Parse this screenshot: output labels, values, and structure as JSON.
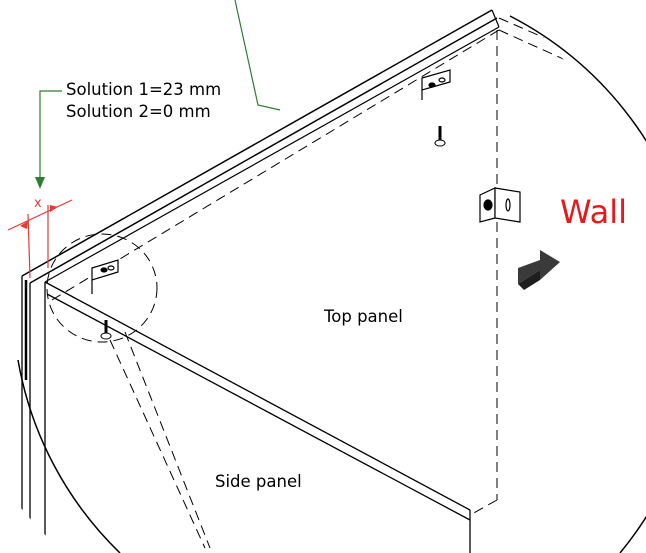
{
  "labels": {
    "solution_1": "Solution 1=23 mm",
    "solution_2": "Solution 2=0 mm",
    "dimension_symbol": "x",
    "wall": "Wall",
    "top_panel": "Top panel",
    "side_panel": "Side panel"
  },
  "colors": {
    "leader_green": "#2e7d32",
    "dimension_red": "#e53935",
    "wall_label_red": "#e8191a",
    "line_black": "#000000",
    "arrow_dark": "#3a3a3a"
  },
  "icons": {
    "wall_direction": "arrow-right-icon",
    "bracket": "angle-bracket-icon",
    "screw": "screw-icon"
  }
}
